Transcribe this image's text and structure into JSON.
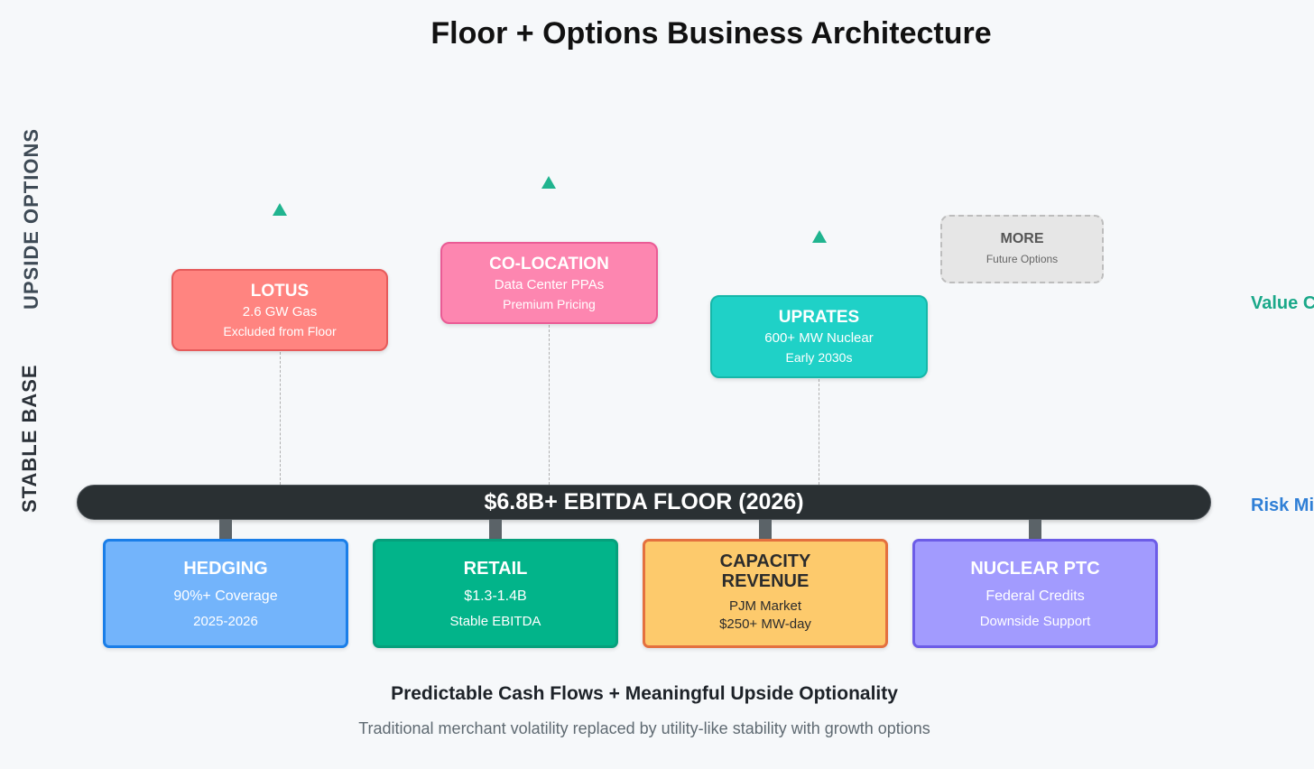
{
  "title": "Floor + Options Business Architecture",
  "side_labels": {
    "upside": "UPSIDE OPTIONS",
    "stable": "STABLE BASE"
  },
  "right_labels": {
    "value": "Value C",
    "risk": "Risk Mi"
  },
  "options": [
    {
      "title": "LOTUS",
      "line1": "2.6 GW Gas",
      "line2": "Excluded from Floor",
      "color": "#ff8480",
      "arrow": "up-arrow"
    },
    {
      "title": "CO-LOCATION",
      "line1": "Data Center PPAs",
      "line2": "Premium Pricing",
      "color": "#fd86b0",
      "arrow": "up-arrow"
    },
    {
      "title": "UPRATES",
      "line1": "600+ MW Nuclear",
      "line2": "Early 2030s",
      "color": "#1fd1c7",
      "arrow": "up-arrow"
    },
    {
      "title": "MORE",
      "line1": "Future Options",
      "color": "#e6e6e6"
    }
  ],
  "floor": {
    "label": "$6.8B+ EBITDA FLOOR (2026)",
    "color": "#2a3033"
  },
  "base": [
    {
      "title": "HEDGING",
      "line1": "90%+ Coverage",
      "line2": "2025-2026",
      "color": "#73b4fb"
    },
    {
      "title": "RETAIL",
      "line1": "$1.3-1.4B",
      "line2": "Stable EBITDA",
      "color": "#02b48a"
    },
    {
      "title": "CAPACITY REVENUE",
      "line1": "PJM Market",
      "line2": "$250+ MW-day",
      "color": "#fdca6c"
    },
    {
      "title": "NUCLEAR PTC",
      "line1": "Federal Credits",
      "line2": "Downside Support",
      "color": "#a29bfe"
    }
  ],
  "footer": {
    "title": "Predictable Cash Flows + Meaningful Upside Optionality",
    "subtitle": "Traditional merchant volatility replaced by utility-like stability with growth options"
  },
  "colors": {
    "background": "#f6f8fa",
    "arrow": "#20b48f",
    "value_label": "#1aa889",
    "risk_label": "#2f7fd6"
  }
}
